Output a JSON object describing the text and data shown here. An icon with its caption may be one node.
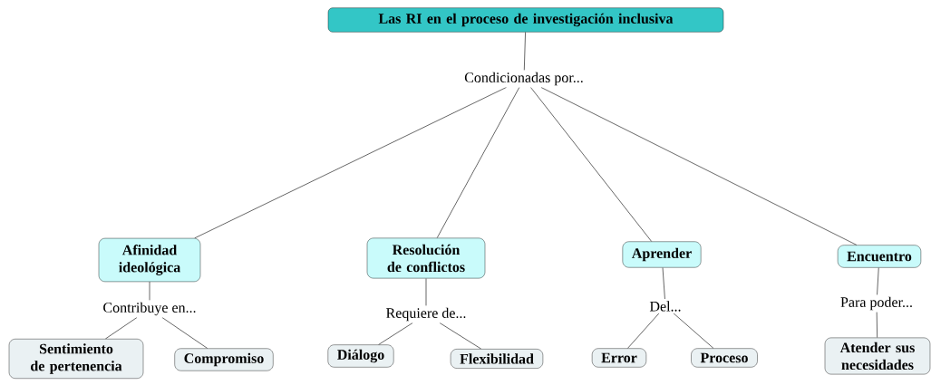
{
  "diagram": {
    "nodes": [
      {
        "text": [
          "Las RI en el proceso de investigación inclusiva"
        ]
      },
      {
        "text": [
          "Condicionadas por..."
        ]
      },
      {
        "text": [
          "Afinidad ideológica"
        ]
      },
      {
        "text": [
          "Resolución de conflictos"
        ]
      },
      {
        "text": [
          "Aprender"
        ]
      },
      {
        "text": [
          "Encuentro"
        ]
      },
      {
        "text": [
          "Contribuye en..."
        ]
      },
      {
        "text": [
          "Requiere de..."
        ]
      },
      {
        "text": [
          "Del..."
        ]
      },
      {
        "text": [
          "Para poder..."
        ]
      },
      {
        "text": [
          "Sentimiento de pertenencia"
        ]
      },
      {
        "text": [
          "Compromiso"
        ]
      },
      {
        "text": [
          "Diálogo"
        ]
      },
      {
        "text": [
          "Flexibilidad"
        ]
      },
      {
        "text": [
          "Error"
        ]
      },
      {
        "text": [
          "Proceso"
        ]
      },
      {
        "text": [
          "Atender sus necesidades"
        ]
      }
    ],
    "edges": [
      {
        "from": 0,
        "to": 1,
        "arrow": "none"
      },
      {
        "from": 1,
        "to": 2,
        "arrow": "none"
      },
      {
        "from": 1,
        "to": 3,
        "arrow": "none"
      },
      {
        "from": 1,
        "to": 4,
        "arrow": "none"
      },
      {
        "from": 1,
        "to": 5,
        "arrow": "none"
      },
      {
        "from": 2,
        "to": 6,
        "arrow": "none"
      },
      {
        "from": 3,
        "to": 7,
        "arrow": "none"
      },
      {
        "from": 4,
        "to": 8,
        "arrow": "none"
      },
      {
        "from": 5,
        "to": 9,
        "arrow": "none"
      },
      {
        "from": 6,
        "to": 10,
        "arrow": "none"
      },
      {
        "from": 6,
        "to": 11,
        "arrow": "none"
      },
      {
        "from": 7,
        "to": 12,
        "arrow": "none"
      },
      {
        "from": 7,
        "to": 13,
        "arrow": "none"
      },
      {
        "from": 8,
        "to": 14,
        "arrow": "none"
      },
      {
        "from": 8,
        "to": 15,
        "arrow": "none"
      },
      {
        "from": 9,
        "to": 16,
        "arrow": "none"
      }
    ]
  }
}
